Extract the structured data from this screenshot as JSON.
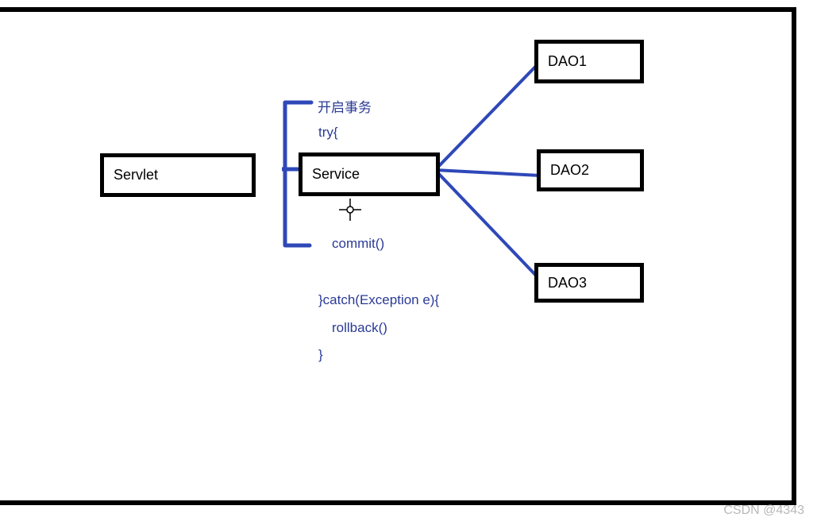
{
  "diagram": {
    "boxes": {
      "servlet": "Servlet",
      "service": "Service",
      "dao1": "DAO1",
      "dao2": "DAO2",
      "dao3": "DAO3"
    },
    "code": {
      "begin_transaction": "开启事务",
      "try_open": "try{",
      "commit": "commit()",
      "catch_open": "}catch(Exception e){",
      "rollback": "rollback()",
      "close": "}"
    },
    "colors": {
      "connector": "#2f48b8",
      "code_text": "#2a3a96",
      "box_border": "#000000"
    }
  },
  "watermark": "CSDN @4343"
}
